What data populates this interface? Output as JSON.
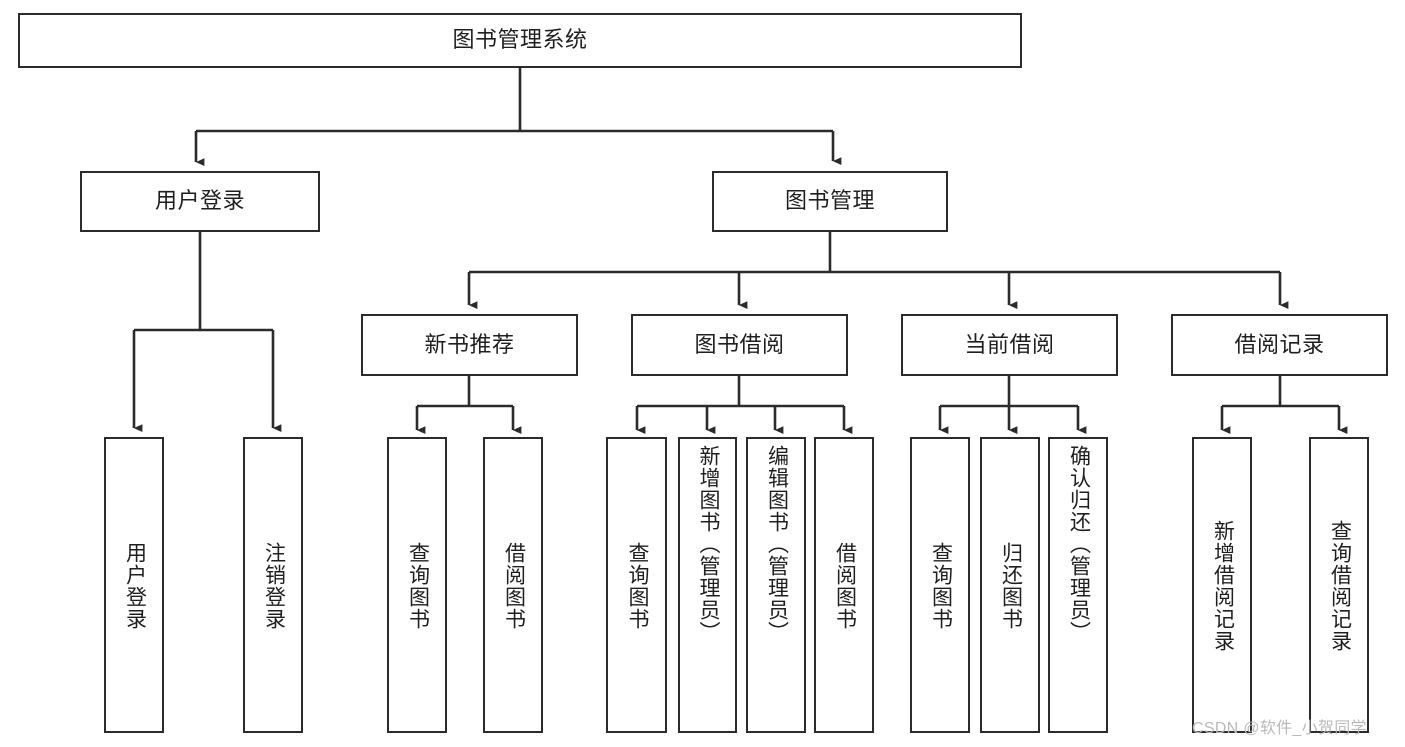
{
  "diagram": {
    "type": "tree",
    "title": "图书管理系统",
    "watermark": "CSDN @软件_小贺同学",
    "colors": {
      "box_border": "#2b2b2b",
      "box_fill": "#ffffff",
      "connector": "#2b2b2b",
      "text": "#1f1f1f",
      "watermark": "#b9b9b9",
      "background": "#ffffff"
    },
    "root": {
      "label": "图书管理系统"
    },
    "level1": [
      {
        "label": "用户登录"
      },
      {
        "label": "图书管理"
      }
    ],
    "level2": [
      {
        "label": "新书推荐"
      },
      {
        "label": "图书借阅"
      },
      {
        "label": "当前借阅"
      },
      {
        "label": "借阅记录"
      }
    ],
    "leaves": {
      "user_login": [
        {
          "label": "用户登录"
        },
        {
          "label": "注销登录"
        }
      ],
      "new_book_recommend": [
        {
          "label": "查询图书"
        },
        {
          "label": "借阅图书"
        }
      ],
      "book_borrow": [
        {
          "label": "查询图书"
        },
        {
          "label": "新增图书（管理员）"
        },
        {
          "label": "编辑图书（管理员）"
        },
        {
          "label": "借阅图书"
        }
      ],
      "current_borrow": [
        {
          "label": "查询图书"
        },
        {
          "label": "归还图书"
        },
        {
          "label": "确认归还（管理员）"
        }
      ],
      "borrow_record": [
        {
          "label": "新增借阅记录"
        },
        {
          "label": "查询借阅记录"
        }
      ]
    }
  }
}
